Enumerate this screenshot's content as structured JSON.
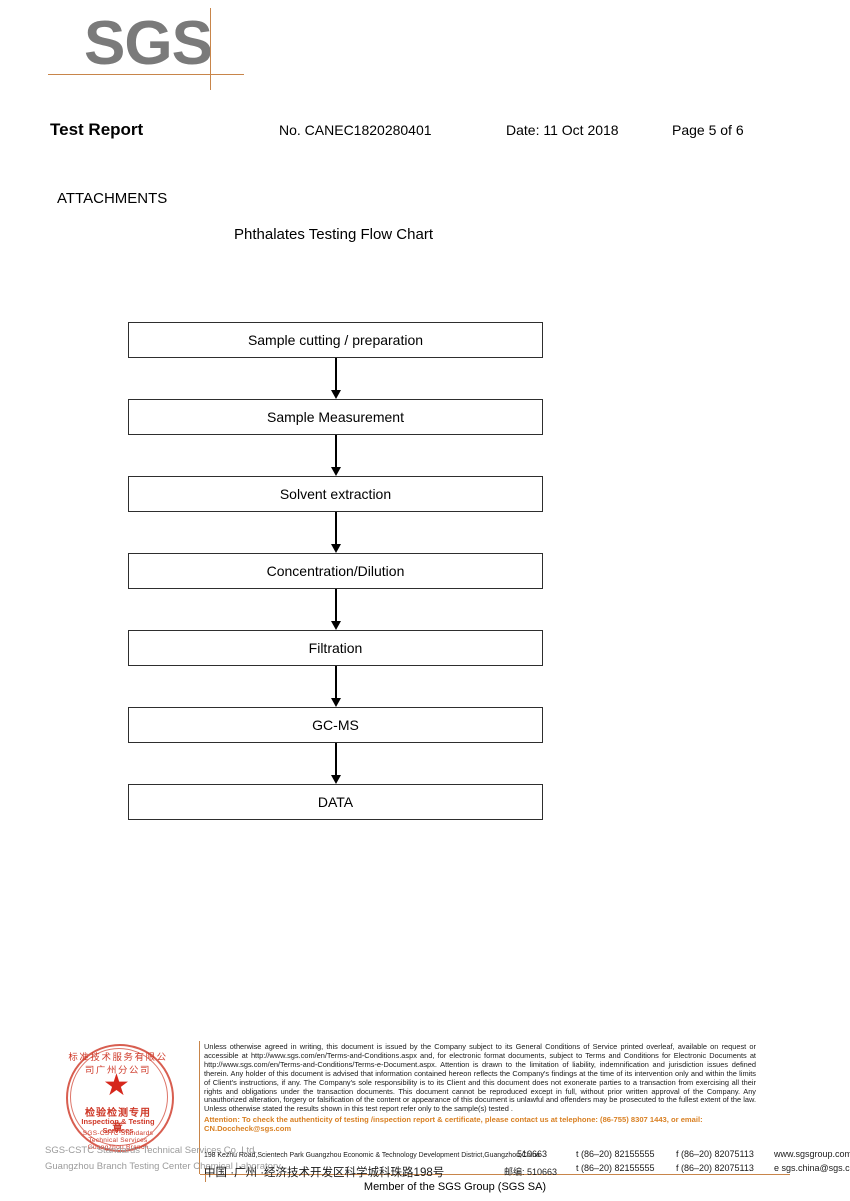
{
  "logo": {
    "text": "SGS",
    "color": "#7a7a7a",
    "accent_color": "#c8854a"
  },
  "header": {
    "title": "Test Report",
    "report_no": "No. CANEC1820280401",
    "date": "Date: 11 Oct 2018",
    "page": "Page 5 of 6"
  },
  "body": {
    "attachments_label": "ATTACHMENTS",
    "flowchart_title": "Phthalates Testing Flow Chart"
  },
  "chart_data": {
    "type": "diagram",
    "diagram_kind": "flowchart",
    "title": "Phthalates Testing Flow Chart",
    "orientation": "vertical-top-to-bottom",
    "nodes": [
      "Sample cutting / preparation",
      "Sample Measurement",
      "Solvent extraction",
      "Concentration/Dilution",
      "Filtration",
      "GC-MS",
      "DATA"
    ],
    "edges": [
      {
        "from": "Sample cutting / preparation",
        "to": "Sample Measurement"
      },
      {
        "from": "Sample Measurement",
        "to": "Solvent extraction"
      },
      {
        "from": "Solvent extraction",
        "to": "Concentration/Dilution"
      },
      {
        "from": "Concentration/Dilution",
        "to": "Filtration"
      },
      {
        "from": "Filtration",
        "to": "GC-MS"
      },
      {
        "from": "GC-MS",
        "to": "DATA"
      }
    ]
  },
  "stamp": {
    "arc_top": "标准技术服务有限公司广州分公司",
    "cn_label": "检验检测专用章",
    "en_label": "Inspection & Testing Services",
    "arc_bottom": "SGS-CSTC Standards Technical Services Guangzhou Branch",
    "star": "★",
    "gray_line_1": "SGS-CSTC Standards Technical Services Co.,Ltd.",
    "gray_line_2": "Guangzhou Branch Testing Center Chemical Laboratory.",
    "color": "#cf3a2a"
  },
  "footer": {
    "legal_paragraph": "Unless otherwise agreed in writing, this document is issued by the Company subject to its General Conditions of Service printed overleaf, available on request or accessible at http://www.sgs.com/en/Terms-and-Conditions.aspx and, for electronic format documents, subject to Terms and Conditions for Electronic Documents at http://www.sgs.com/en/Terms-and-Conditions/Terms-e-Document.aspx. Attention is drawn to the limitation of liability, indemnification and jurisdiction issues defined therein. Any holder of this document is advised that information contained hereon reflects the Company's findings at the time of its intervention only and within the limits of Client's instructions, if any. The Company's sole responsibility is to its Client and this document does not exonerate parties to a transaction from exercising all their rights and obligations under the transaction documents. This document cannot be reproduced except in full, without prior written approval of the Company. Any unauthorized alteration, forgery or falsification of the content or appearance of this document is unlawful and offenders may be prosecuted to the fullest extent of the law. Unless otherwise stated the results shown in this test report refer only to the sample(s) tested .",
    "attention_text": "Attention: To check the authenticity of testing /inspection report & certificate, please contact us at telephone: (86-755) 8307 1443, or email: CN.Doccheck@sgs.com",
    "attention_color": "#d98023",
    "address_en": "198 Kezhu Road,Scientech Park Guangzhou Economic & Technology Development District,Guangzhou,China",
    "zip_en": "510663",
    "tel_en": "t (86–20) 82155555",
    "fax_en": "f (86–20) 82075113",
    "web_en": "www.sgsgroup.com.cn",
    "address_cn": "中国 ·广州 ·经济技术开发区科学城科珠路198号",
    "zip_cn": "邮编: 510663",
    "tel_cn": "t (86–20) 82155555",
    "fax_cn": "f (86–20) 82075113",
    "email_cn": "e sgs.china@sgs.com",
    "member_line": "Member of the SGS Group (SGS SA)",
    "divider_color": "#c8854a"
  }
}
